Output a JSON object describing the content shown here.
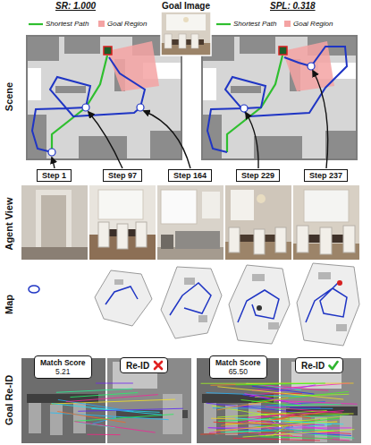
{
  "diagram": {
    "title": "Goal Image",
    "nodes": [
      {
        "text": [
          "Step 1"
        ]
      },
      {
        "text": [
          "Step 97"
        ]
      },
      {
        "text": [
          "Step 164"
        ]
      },
      {
        "text": [
          "Step 229"
        ]
      },
      {
        "text": [
          "Step 237"
        ]
      },
      {
        "text": [
          "Match Score",
          "5.21"
        ]
      },
      {
        "text": [
          "Re-ID"
        ]
      },
      {
        "text": [
          "Match Score",
          "65.50"
        ]
      },
      {
        "text": [
          "Re-ID"
        ]
      }
    ],
    "labels": [
      "SR: 1.000",
      "SPL: 0.318",
      "Scene",
      "Agent View",
      "Map",
      "Goal Re-ID"
    ],
    "legend": [
      {
        "text": "Shortest Path"
      },
      {
        "text": "Goal Region",
        "color": "#f4a3a3"
      },
      {
        "text": "Shortest Path"
      },
      {
        "text": "Goal Region",
        "color": "#f4a3a3"
      }
    ]
  }
}
